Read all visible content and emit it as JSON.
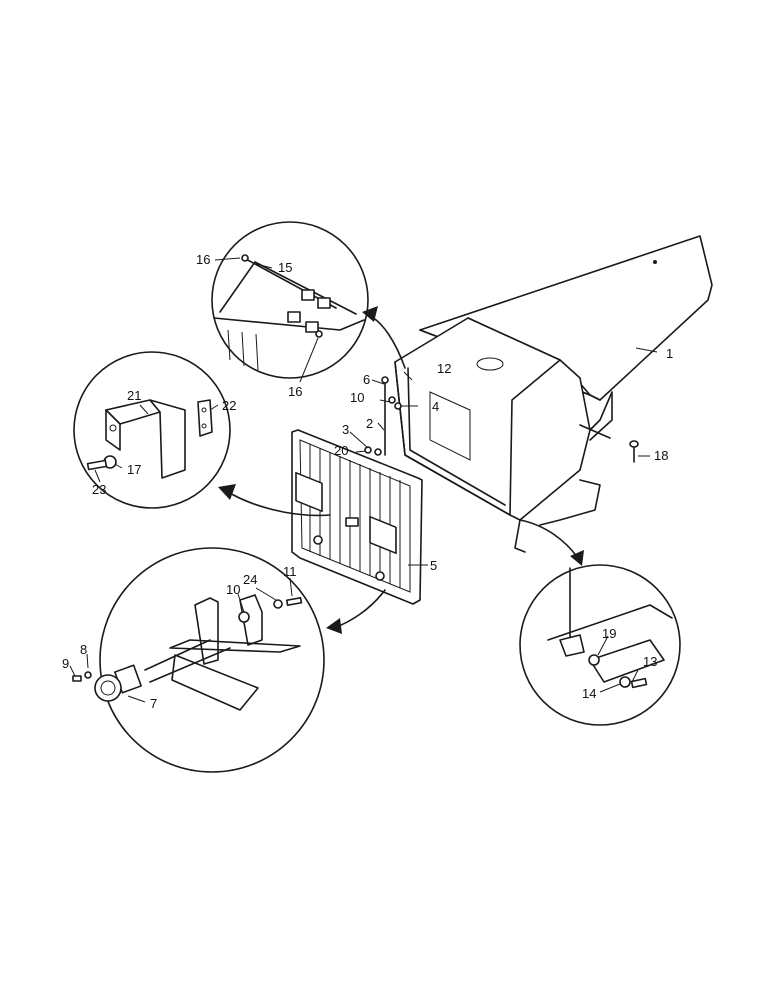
{
  "diagram": {
    "labels": [
      {
        "id": "1",
        "text": "1"
      },
      {
        "id": "2",
        "text": "2"
      },
      {
        "id": "3",
        "text": "3"
      },
      {
        "id": "4",
        "text": "4"
      },
      {
        "id": "5",
        "text": "5"
      },
      {
        "id": "6",
        "text": "6"
      },
      {
        "id": "7",
        "text": "7"
      },
      {
        "id": "8",
        "text": "8"
      },
      {
        "id": "9",
        "text": "9"
      },
      {
        "id": "10a",
        "text": "10"
      },
      {
        "id": "10b",
        "text": "10"
      },
      {
        "id": "11",
        "text": "11"
      },
      {
        "id": "12",
        "text": "12"
      },
      {
        "id": "13",
        "text": "13"
      },
      {
        "id": "14",
        "text": "14"
      },
      {
        "id": "15",
        "text": "15"
      },
      {
        "id": "16a",
        "text": "16"
      },
      {
        "id": "16b",
        "text": "16"
      },
      {
        "id": "17",
        "text": "17"
      },
      {
        "id": "18",
        "text": "18"
      },
      {
        "id": "19",
        "text": "19"
      },
      {
        "id": "20",
        "text": "20"
      },
      {
        "id": "21",
        "text": "21"
      },
      {
        "id": "22",
        "text": "22"
      },
      {
        "id": "23",
        "text": "23"
      },
      {
        "id": "24",
        "text": "24"
      }
    ]
  }
}
